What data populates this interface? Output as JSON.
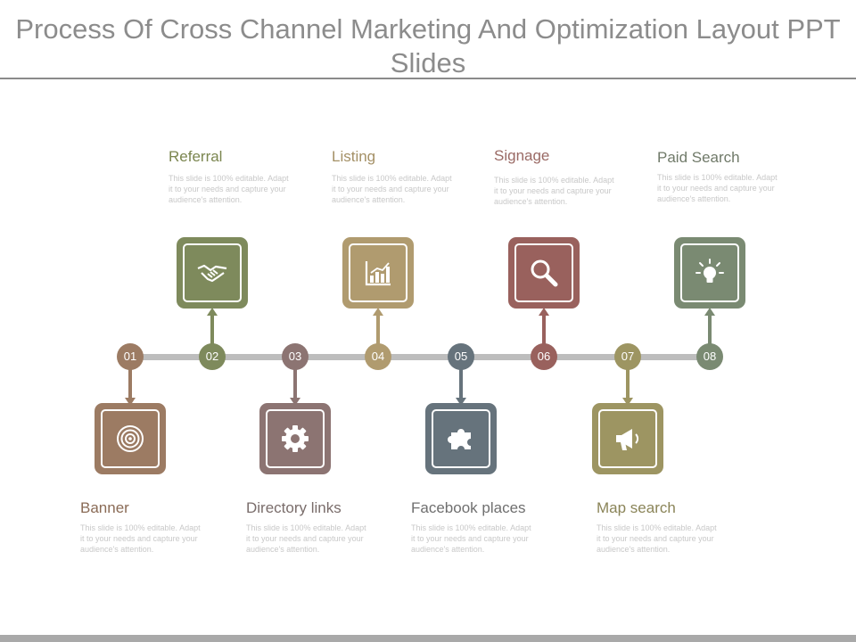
{
  "title": "Process Of Cross Channel Marketing And Optimization Layout PPT Slides",
  "description_text": "This slide is 100% editable. Adapt it to your needs and capture your audience's attention.",
  "steps": [
    {
      "number": "01",
      "title": "Banner",
      "icon": "target-icon",
      "color": "#9c7b63",
      "title_color": "#8a6b56"
    },
    {
      "number": "02",
      "title": "Referral",
      "icon": "handshake-icon",
      "color": "#7e8a5c",
      "title_color": "#7b8650"
    },
    {
      "number": "03",
      "title": "Directory links",
      "icon": "gear-icon",
      "color": "#8c7472",
      "title_color": "#7a6d6b"
    },
    {
      "number": "04",
      "title": "Listing",
      "icon": "bar-chart-icon",
      "color": "#b09b6f",
      "title_color": "#a49066"
    },
    {
      "number": "05",
      "title": "Facebook places",
      "icon": "puzzle-icon",
      "color": "#66737c",
      "title_color": "#6f6f6f"
    },
    {
      "number": "06",
      "title": "Signage",
      "icon": "search-icon",
      "color": "#99615d",
      "title_color": "#9a6a65"
    },
    {
      "number": "07",
      "title": "Map search",
      "icon": "megaphone-icon",
      "color": "#9d9562",
      "title_color": "#8a8458"
    },
    {
      "number": "08",
      "title": "Paid Search",
      "icon": "lightbulb-icon",
      "color": "#7a8a72",
      "title_color": "#707a69"
    }
  ]
}
